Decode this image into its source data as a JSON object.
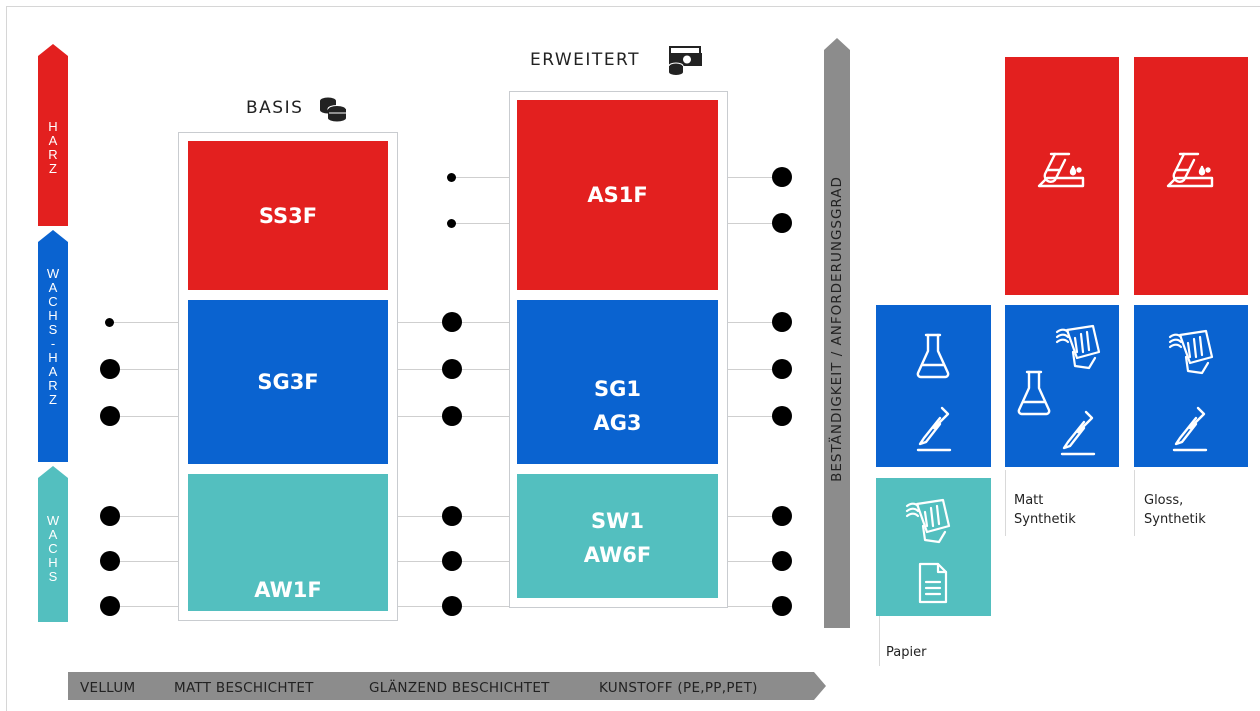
{
  "bands": [
    {
      "id": "harz",
      "label": "HARZ",
      "color": "#e3201f"
    },
    {
      "id": "wachs-harz",
      "label": "WACHS-HARZ",
      "color": "#0a63d0"
    },
    {
      "id": "wachs",
      "label": "WACHS",
      "color": "#53bfbf"
    }
  ],
  "columns": {
    "basis": {
      "title": "BASIS",
      "blocks": [
        {
          "label": "SS3F",
          "color": "#e3201f"
        },
        {
          "label": "SG3F",
          "color": "#0a63d0"
        },
        {
          "label": "AW1F",
          "color": "#53bfbf"
        }
      ]
    },
    "erweitert": {
      "title": "ERWEITERT",
      "blocks": [
        {
          "label": "AS1F",
          "color": "#e3201f"
        },
        {
          "label": "SG1\nAG3",
          "color": "#0a63d0"
        },
        {
          "label": "SW1\nAW6F",
          "color": "#53bfbf"
        }
      ]
    }
  },
  "axis_vertical": {
    "label": "BESTÄNDIGKEIT / ANFORDERUNGSGRAD",
    "color": "#8c8c8c"
  },
  "axis_horizontal": {
    "color": "#8c8c8c",
    "labels": [
      "VELLUM",
      "MATT BESCHICHTET",
      "GLÄNZEND BESCHICHTET",
      "KUNSTOFF (PE,PP,PET)"
    ]
  },
  "panels": [
    {
      "label": "Papier"
    },
    {
      "label": "Matt\nSynthetik"
    },
    {
      "label": "Gloss,\nSynthetik"
    }
  ],
  "icons": {
    "basis_header": "coins-icon",
    "erweitert_header": "money-bills-icon",
    "chemical": "chemical-spill-icon",
    "flask": "flask-icon",
    "knife": "knife-scratch-icon",
    "wipe": "wiping-hand-icon",
    "document": "document-icon"
  }
}
